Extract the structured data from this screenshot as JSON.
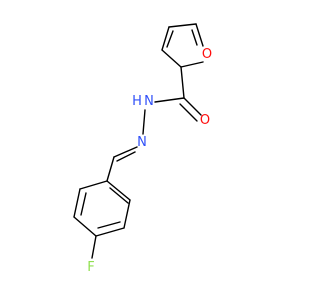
{
  "molecule": {
    "atom_labels": [
      {
        "id": "O_ring",
        "text": "O",
        "element": "O"
      },
      {
        "id": "O_carbonyl",
        "text": "O",
        "element": "O"
      },
      {
        "id": "NH",
        "text": "H",
        "element": "N"
      },
      {
        "id": "N_amide",
        "text": "N",
        "element": "N"
      },
      {
        "id": "N_imine",
        "text": "N",
        "element": "N"
      },
      {
        "id": "F",
        "text": "F",
        "element": "F"
      }
    ]
  },
  "colors": {
    "bond": "#000000",
    "O": "#ff0d0d",
    "N": "#3050f8",
    "F": "#90e050",
    "background": "#ffffff"
  }
}
